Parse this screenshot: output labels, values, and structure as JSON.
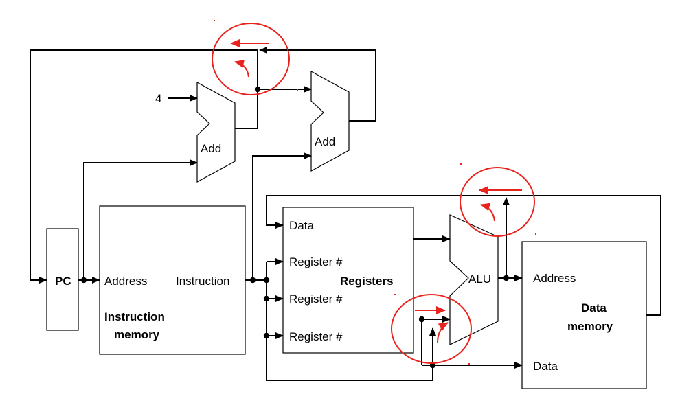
{
  "components": {
    "pc": {
      "label": "PC"
    },
    "instruction_memory": {
      "input_label": "Address",
      "output_label": "Instruction",
      "title_line1": "Instruction",
      "title_line2": "memory"
    },
    "adder_pc": {
      "label": "Add",
      "constant_input": "4"
    },
    "adder_branch": {
      "label": "Add"
    },
    "registers": {
      "title": "Registers",
      "data_label": "Data",
      "reg_label_1": "Register #",
      "reg_label_2": "Register #",
      "reg_label_3": "Register #"
    },
    "alu": {
      "label": "ALU"
    },
    "data_memory": {
      "address_label": "Address",
      "data_label": "Data",
      "title_line1": "Data",
      "title_line2": "memory"
    }
  },
  "annotations": {
    "color": "#e8221c",
    "circle_count": 3
  }
}
